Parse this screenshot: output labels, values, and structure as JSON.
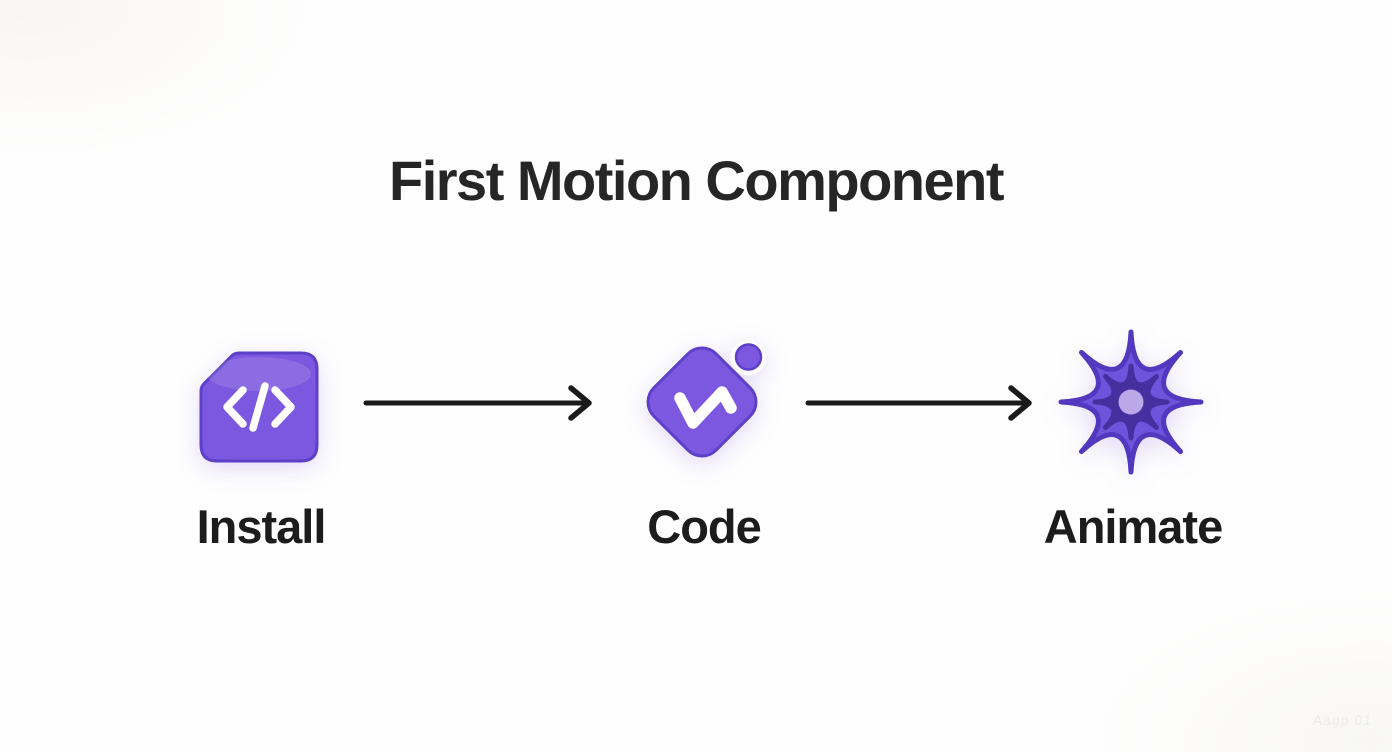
{
  "title": "First Motion Component",
  "steps": [
    {
      "label": "Install",
      "icon": "code-tag-badge-icon"
    },
    {
      "label": "Code",
      "icon": "motion-wave-diamond-icon"
    },
    {
      "label": "Animate",
      "icon": "starburst-icon"
    }
  ],
  "watermark": "Aagp 01",
  "colors": {
    "background": "#FEFEFE",
    "title_text": "#262626",
    "label_text": "#1C1C1C",
    "arrow": "#1A1A1A",
    "icon_purple": "#7C58E0",
    "icon_purple_edge": "#5E40C8",
    "icon_glyph_white": "#FFFFFF",
    "splat_purple": "#6C55DC",
    "splat_edge": "#5138BE",
    "star_dark": "#46309F",
    "star_center": "#BCA7E8",
    "watermark_text": "#EBEBE9"
  }
}
